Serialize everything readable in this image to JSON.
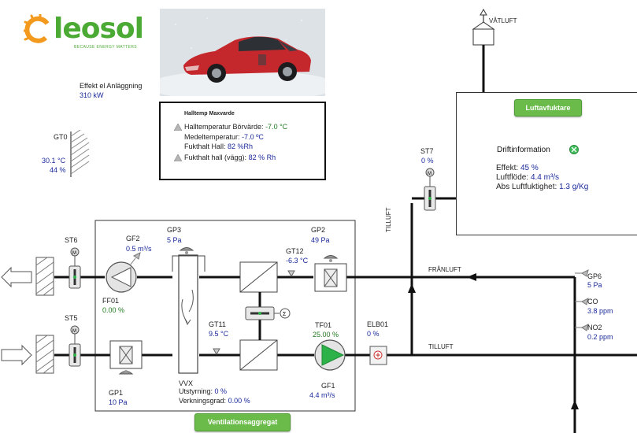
{
  "logo": {
    "word": "leosol",
    "tagline": "BECAUSE ENERGY MATTERS"
  },
  "effect": {
    "label": "Effekt el Anläggning",
    "value": "310 kW"
  },
  "halltemp": {
    "title": "Halltemp Maxvarde",
    "row1_label": "Halltemperatur Börvärde:",
    "row1_value": "-7.0 °C",
    "row2_label": "Medeltemperatur:",
    "row2_value": "-7.0 ºC",
    "row3_label": "Fukthalt Hall:",
    "row3_value": "82 %Rh",
    "row4_label": "Fukthalt hall (vägg):",
    "row4_value": "82 % Rh"
  },
  "gt0": {
    "name": "GT0",
    "temp": "30.1 °C",
    "hum": "44 %"
  },
  "vatluft": "VÅTLUFT",
  "luftavfuktare": {
    "button": "Luftavfuktare",
    "drift_title": "Driftinformation",
    "effekt_label": "Effekt:",
    "effekt_value": "45 %",
    "luftflode_label": "Luftflöde:",
    "luftflode_value": "4.4 m³/s",
    "abs_label": "Abs Luftfuktighet:",
    "abs_value": "1.3 g/Kg"
  },
  "st7": {
    "name": "ST7",
    "value": "0 %"
  },
  "tilluft_vertical": "TILLUFT",
  "franluft": "FRÅNLUFT",
  "tilluft": "TILLUFT",
  "st6": {
    "name": "ST6"
  },
  "st5": {
    "name": "ST5"
  },
  "gf2": {
    "name": "GF2",
    "value": "0.5 m³/s"
  },
  "gp3": {
    "name": "GP3",
    "value": "5 Pa"
  },
  "gp2": {
    "name": "GP2",
    "value": "49 Pa"
  },
  "gt12": {
    "name": "GT12",
    "value": "-6.3 °C"
  },
  "ff01": {
    "name": "FF01",
    "value": "0.00 %"
  },
  "gt11": {
    "name": "GT11",
    "value": "9.5 °C"
  },
  "tf01": {
    "name": "TF01",
    "value": "25.00 %"
  },
  "elb01": {
    "name": "ELB01",
    "value": "0 %"
  },
  "gf1": {
    "name": "GF1",
    "value": "4.4 m³/s"
  },
  "gp1": {
    "name": "GP1",
    "value": "10 Pa"
  },
  "vvx": {
    "name": "VVX",
    "utstyrning_label": "Utstyrning:",
    "utstyrning_value": "0 %",
    "verkning_label": "Verkningsgrad:",
    "verkning_value": "0.00 %"
  },
  "gp6": {
    "name": "GP6",
    "value": "5 Pa"
  },
  "co": {
    "name": "CO",
    "value": "3.8 ppm"
  },
  "no2": {
    "name": "NO2",
    "value": "0.2 ppm"
  },
  "ventilation_button": "Ventilationsaggregat",
  "colors": {
    "brand_green": "#4aaa34",
    "button_green": "#6bbb4a",
    "value_blue": "#1a2a9a",
    "value_green": "#1f7a1f",
    "fan_green": "#2db24a",
    "sun_orange": "#f39a1e"
  }
}
